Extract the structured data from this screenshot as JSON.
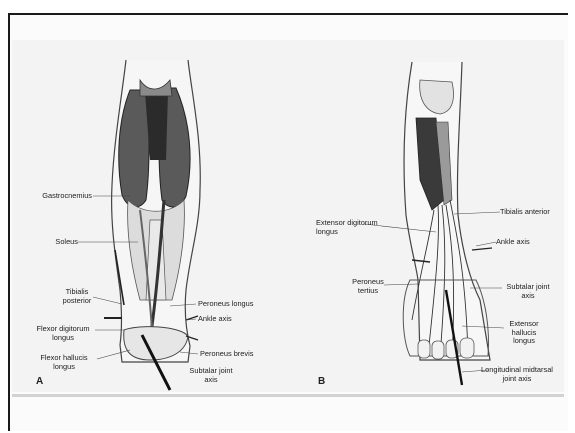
{
  "panel_a": {
    "letter": "A",
    "labels": {
      "gastrocnemius": "Gastrocnemius",
      "soleus": "Soleus",
      "tibialis_posterior": "Tibialis\nposterior",
      "flexor_digitorum_longus": "Flexor digitorum\nlongus",
      "flexor_hallucis_longus": "Flexor hallucis\nlongus",
      "peroneus_longus": "Peroneus longus",
      "ankle_axis": "Ankle axis",
      "peroneus_brevis": "Peroneus brevis",
      "subtalar_joint_axis": "Subtalar joint\naxis"
    }
  },
  "panel_b": {
    "letter": "B",
    "labels": {
      "extensor_digitorum_longus": "Extensor digitorum\nlongus",
      "tibialis_anterior": "Tibialis anterior",
      "ankle_axis": "Ankle axis",
      "peroneus_tertius": "Peroneus\ntertius",
      "subtalar_joint_axis": "Subtalar joint\naxis",
      "extensor_hallucis_longus": "Extensor\nhallucis\nlongus",
      "longitudinal_midtarsal_joint_axis": "Longitudinal midtarsal\njoint axis"
    }
  }
}
